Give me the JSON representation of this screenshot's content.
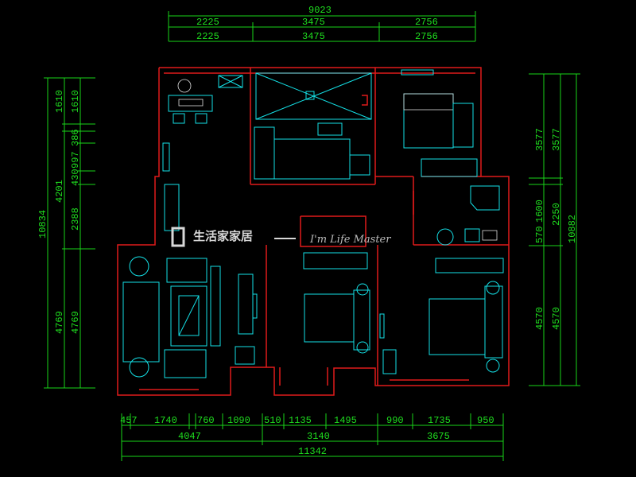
{
  "plan": {
    "top_dims": {
      "total": "9023",
      "row1": [
        "2225",
        "3475",
        "2756"
      ],
      "row2": [
        "2225",
        "3475",
        "2756"
      ]
    },
    "left_dims": {
      "total": "10834",
      "mid": [
        "1610",
        "4201",
        "4769"
      ],
      "inner": [
        "1610",
        "386",
        "997",
        "430",
        "2388",
        "4769"
      ]
    },
    "right_dims": {
      "total": "10882",
      "mid": [
        "3577",
        "2250",
        "4570"
      ],
      "inner": [
        "3577",
        "1600",
        "570",
        "4570"
      ]
    },
    "bottom_dims": {
      "row1": [
        "457",
        "1740",
        "760",
        "1090",
        "510",
        "1135",
        "1495",
        "990",
        "1735",
        "950"
      ],
      "row2": [
        "4047",
        "3140",
        "3675"
      ],
      "total": "11342"
    },
    "watermark": {
      "logo_text": "生活家家居",
      "tagline": "I'm Life Master"
    },
    "colors": {
      "dimension": "#19d419",
      "wall": "#e01a1a",
      "furniture": "#14e0e6",
      "background": "#000000"
    }
  }
}
